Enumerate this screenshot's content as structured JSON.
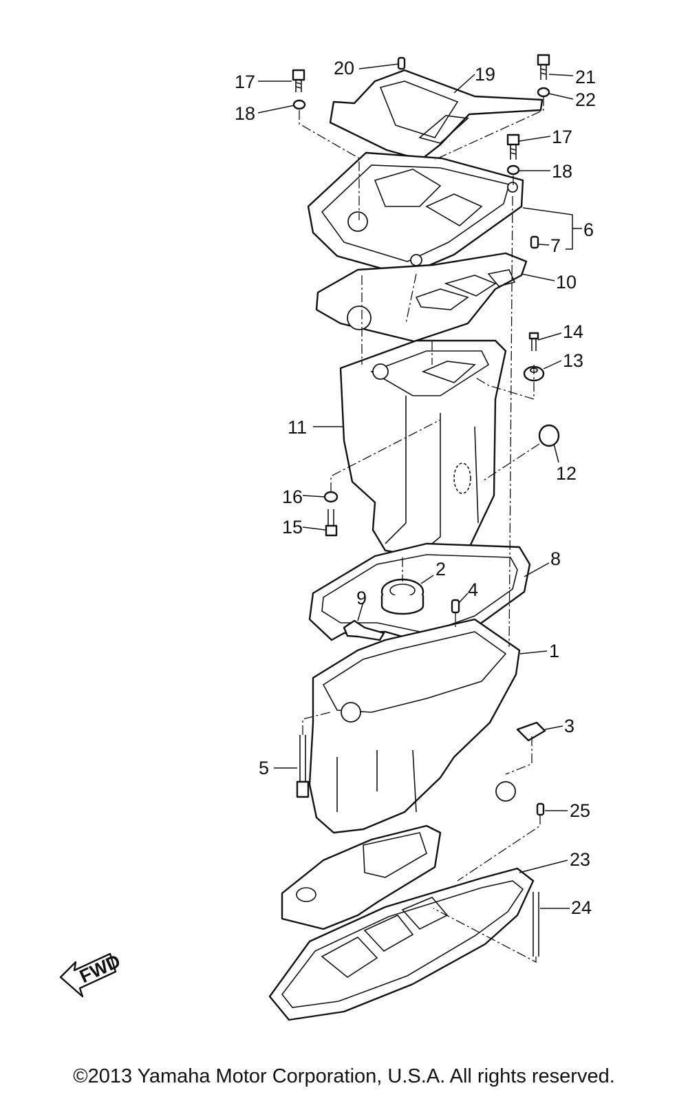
{
  "diagram": {
    "callouts": [
      "1",
      "2",
      "3",
      "4",
      "5",
      "6",
      "7",
      "8",
      "9",
      "10",
      "11",
      "12",
      "13",
      "14",
      "15",
      "16",
      "17",
      "17",
      "18",
      "18",
      "19",
      "20",
      "21",
      "22",
      "23",
      "24",
      "25"
    ],
    "fwd_label": "FWD"
  },
  "footer": {
    "copyright": "©2013 Yamaha Motor Corporation, U.S.A. All rights reserved."
  }
}
